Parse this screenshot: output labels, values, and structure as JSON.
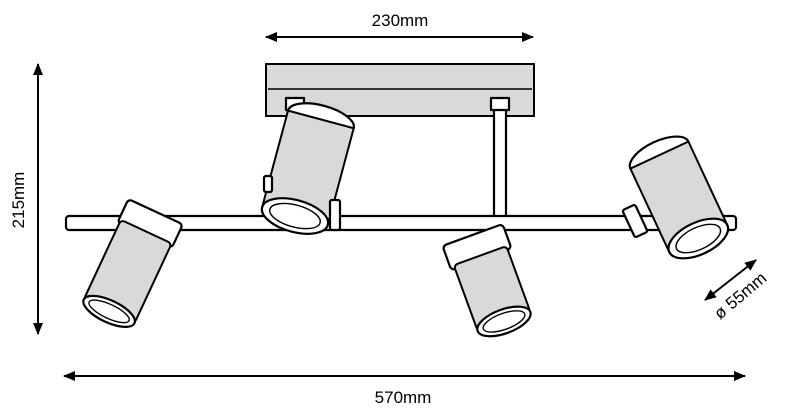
{
  "dimensions": {
    "top_width": "230mm",
    "total_width": "570mm",
    "height": "215mm",
    "diameter": "ø 55mm"
  }
}
